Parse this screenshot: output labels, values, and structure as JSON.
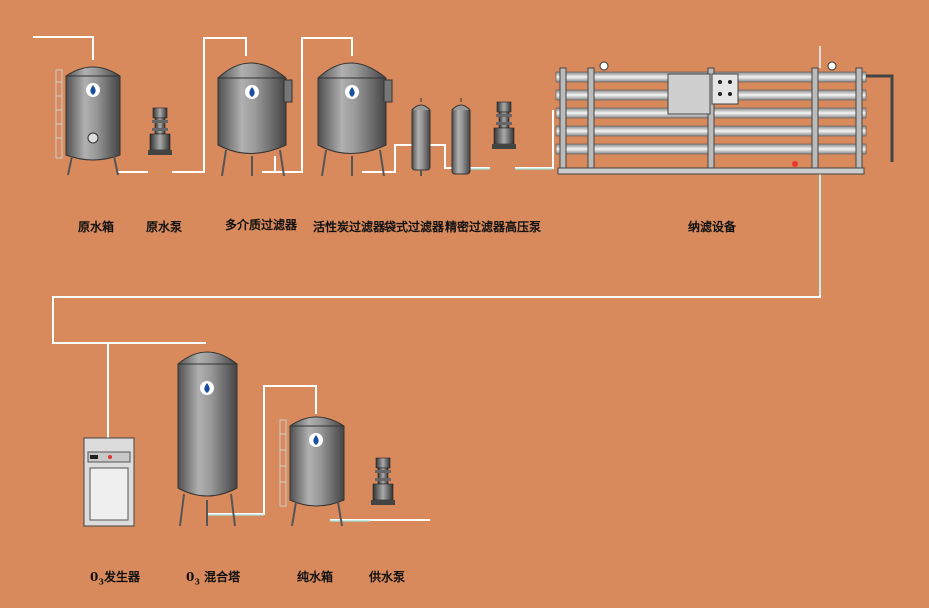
{
  "colors": {
    "background": "#d98a5c",
    "pipe": "#ffffff",
    "pipe_flow": "#9fe0d8",
    "tank_body": "#8f8f8f",
    "tank_dark": "#5a5a5a",
    "logo": "#1a4fa0"
  },
  "labels": {
    "raw_tank": "原水箱",
    "raw_pump": "原水泵",
    "multimedia_filter": "多介质过滤器",
    "carbon_filter": "活性炭过滤器",
    "bag_filter": "袋式过滤器",
    "precision_filter": "精密过滤器",
    "high_pressure_pump": "高压泵",
    "nanofiltration": "纳滤设备",
    "o3_generator_prefix": "0",
    "o3_generator_sub": "3",
    "o3_generator_suffix": "发生器",
    "mixing_tower_prefix": "0",
    "mixing_tower_sub": "3",
    "mixing_tower_suffix": "混合塔",
    "pure_tank": "纯水箱",
    "supply_pump": "供水泵"
  },
  "icons": {
    "tank_logo": "water-drop-logo-icon",
    "pump": "vertical-pump-icon",
    "gauge": "pressure-gauge-icon"
  }
}
